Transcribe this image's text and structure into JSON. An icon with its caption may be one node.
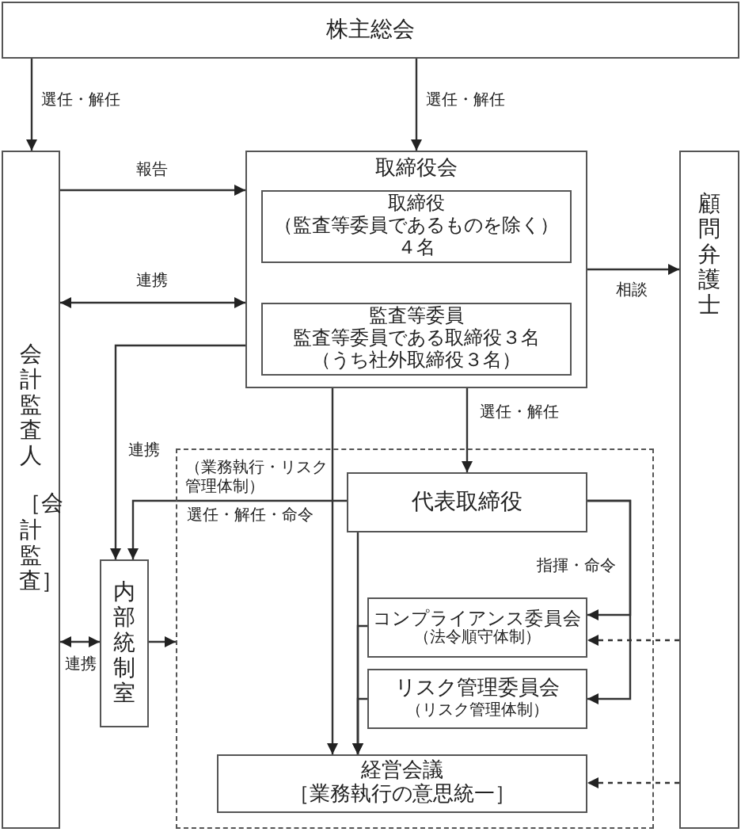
{
  "diagram": {
    "nodes": [
      {
        "text": [
          "株主総会"
        ]
      },
      {
        "text": [
          "会計監査人",
          "［会計監査］"
        ]
      },
      {
        "text": [
          "取締役会"
        ]
      },
      {
        "text": [
          "取締役",
          "（監査等委員であるものを除く）",
          "４名"
        ],
        "in": 2
      },
      {
        "text": [
          "監査等委員",
          "監査等委員である取締役３名",
          "（うち社外取締役３名）"
        ],
        "in": 2
      },
      {
        "text": [
          "（業務執行・リスク管理体制）"
        ]
      },
      {
        "text": [
          "代表取締役"
        ],
        "in": 5
      },
      {
        "text": [
          "内部統制室"
        ]
      },
      {
        "text": [
          "コンプライアンス委員会",
          "（法令順守体制）"
        ],
        "in": 5
      },
      {
        "text": [
          "リスク管理委員会",
          "（リスク管理体制）"
        ],
        "in": 5
      },
      {
        "text": [
          "経営会議",
          "［業務執行の意思統一］"
        ],
        "in": 5
      },
      {
        "text": [
          "顧問弁護士"
        ]
      }
    ],
    "edges": [
      {
        "from": 0,
        "to": 1,
        "arrow": "to",
        "label": "選任・解任"
      },
      {
        "from": 0,
        "to": 2,
        "arrow": "to",
        "label": "選任・解任"
      },
      {
        "from": 1,
        "to": 2,
        "arrow": "to",
        "label": "報告"
      },
      {
        "from": 1,
        "to": 2,
        "arrow": "both",
        "label": "連携"
      },
      {
        "from": 7,
        "to": 4,
        "arrow": "both",
        "label": "連携"
      },
      {
        "from": 2,
        "to": 11,
        "arrow": "to",
        "label": "相談"
      },
      {
        "from": 2,
        "to": 10,
        "arrow": "to"
      },
      {
        "from": 2,
        "to": 6,
        "arrow": "to",
        "label": "選任・解任"
      },
      {
        "from": 6,
        "to": 7,
        "arrow": "to",
        "label": "選任・解任・命令"
      },
      {
        "from": 6,
        "to": 8,
        "arrow": "to",
        "label": "指揮・命令"
      },
      {
        "from": 6,
        "to": 9,
        "arrow": "to"
      },
      {
        "from": 6,
        "to": 10,
        "arrow": "to"
      },
      {
        "from": 8,
        "to": 10,
        "arrow": "to"
      },
      {
        "from": 9,
        "to": 10,
        "arrow": "to"
      },
      {
        "from": 7,
        "to": 5,
        "arrow": "to"
      },
      {
        "from": 1,
        "to": 7,
        "arrow": "both",
        "label": "連携"
      },
      {
        "from": 11,
        "to": 8,
        "arrow": "to",
        "style": "dashed"
      },
      {
        "from": 11,
        "to": 10,
        "arrow": "to",
        "style": "dashed"
      }
    ]
  }
}
